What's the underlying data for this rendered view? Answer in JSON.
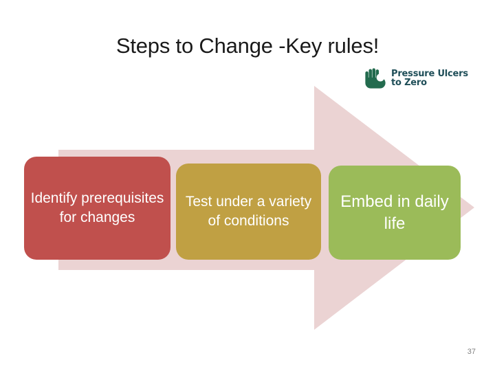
{
  "slide": {
    "title": "Steps to Change -Key rules!",
    "page_number": "37",
    "background_color": "#ffffff"
  },
  "logo": {
    "name": "pressure-ulcers-to-zero-logo",
    "icon": "ok-hand-icon",
    "line1": "Pressure Ulcers",
    "line2": "to Zero",
    "color": "#1f4e58",
    "mark_color": "#236b4e"
  },
  "arrow": {
    "name": "right-pointing-block-arrow",
    "fill": "#ebd3d3",
    "direction": "right"
  },
  "steps": [
    {
      "label": "Identify prerequisites for changes",
      "color": "#c0504d",
      "name": "step-box-identify-prerequisites"
    },
    {
      "label": "Test under a variety of conditions",
      "color": "#c0a043",
      "name": "step-box-test-conditions"
    },
    {
      "label": "Embed in daily life",
      "color": "#9bbb59",
      "name": "step-box-embed-daily-life"
    }
  ]
}
